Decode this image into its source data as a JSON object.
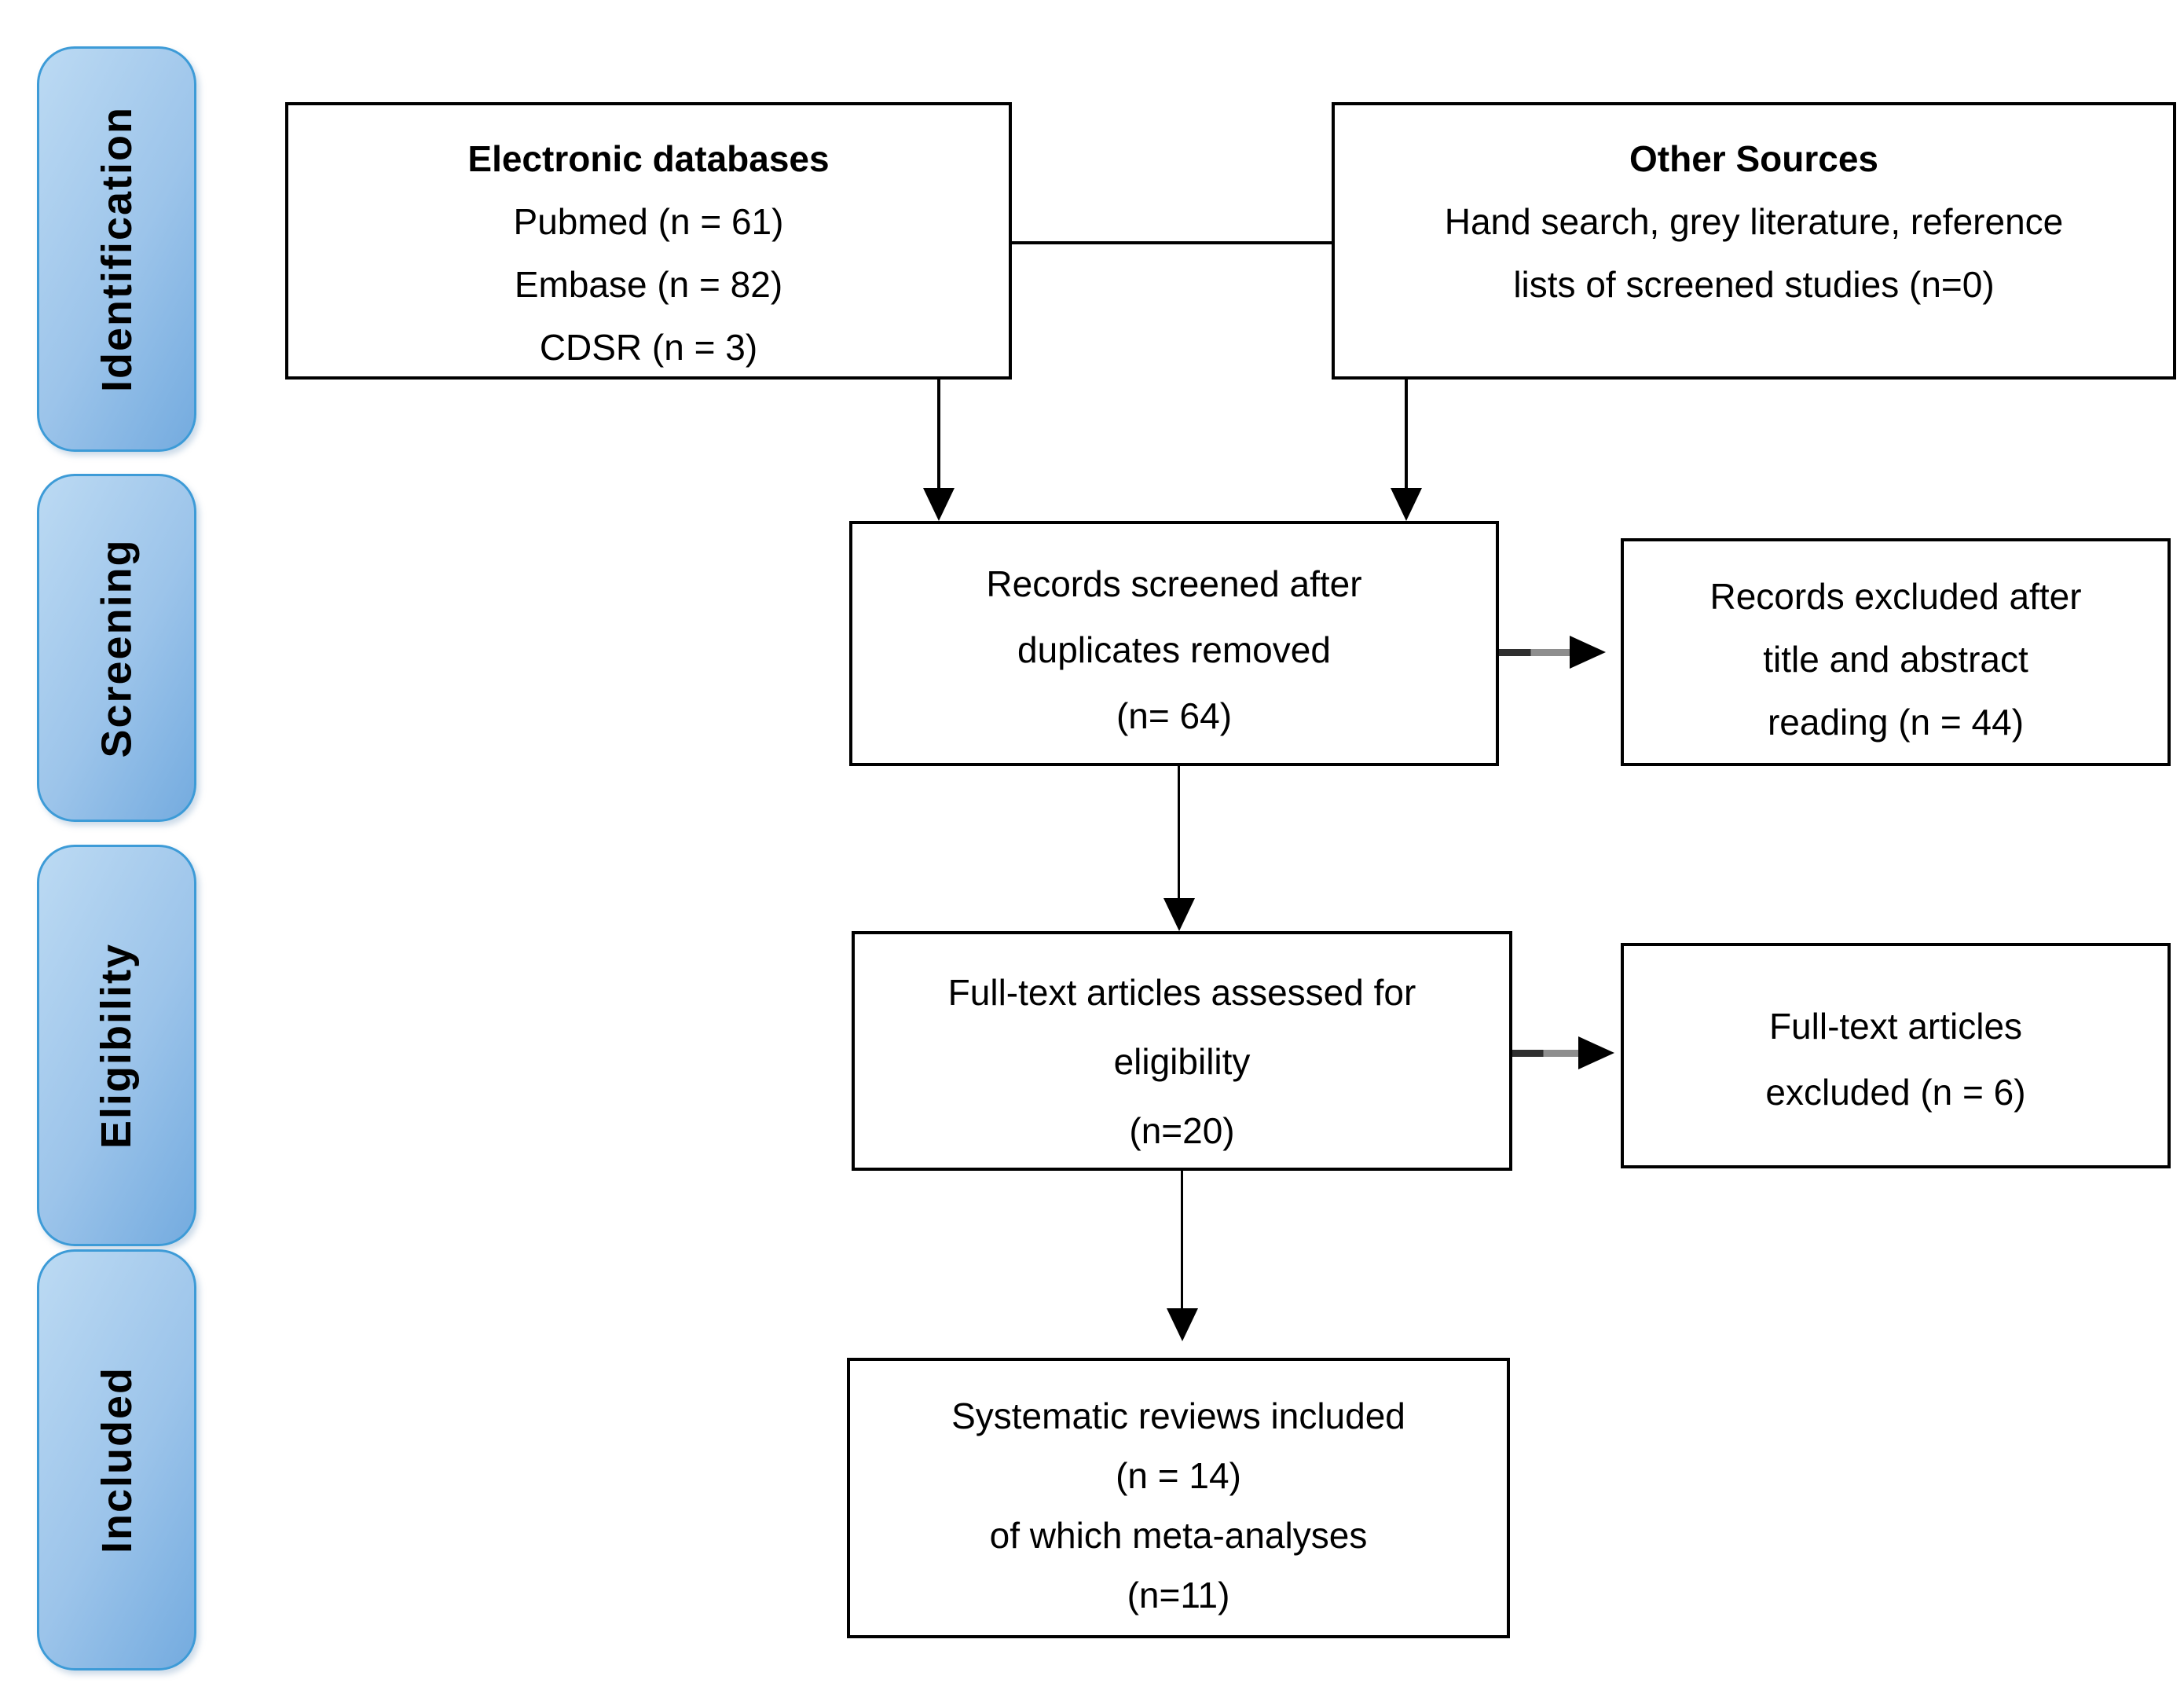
{
  "sidebar": {
    "stages": [
      {
        "label": "Identification"
      },
      {
        "label": "Screening"
      },
      {
        "label": "Eligibility"
      },
      {
        "label": "Included"
      }
    ]
  },
  "boxes": {
    "electronic_databases": {
      "title": "Electronic databases",
      "lines": [
        "Pubmed (n = 61)",
        "Embase (n = 82)",
        "CDSR (n = 3)"
      ]
    },
    "other_sources": {
      "title": "Other Sources",
      "lines": [
        "Hand search, grey literature, reference",
        "lists of screened studies (n=0)"
      ]
    },
    "records_screened": {
      "lines": [
        "Records screened after",
        "duplicates removed",
        "(n= 64)"
      ]
    },
    "records_excluded": {
      "lines": [
        "Records excluded after",
        "title and abstract",
        "reading (n = 44)"
      ]
    },
    "fulltext_assessed": {
      "lines": [
        "Full-text articles assessed for",
        "eligibility",
        "(n=20)"
      ]
    },
    "fulltext_excluded": {
      "lines": [
        "Full-text articles",
        "excluded (n = 6)"
      ]
    },
    "included_reviews": {
      "lines": [
        "Systematic reviews included",
        "(n = 14)",
        "of which meta-analyses",
        "(n=11)"
      ]
    }
  },
  "colors": {
    "stage_fill_light": "#bcdaf3",
    "stage_fill_mid": "#9cc4ea",
    "stage_fill_dark": "#74abdf",
    "stage_border": "#3d9bd7",
    "box_border": "#000000",
    "box_fill": "#ffffff",
    "text": "#000000",
    "arrow_grey": "#8e8e8e",
    "arrow_dark": "#2f2f2f"
  }
}
